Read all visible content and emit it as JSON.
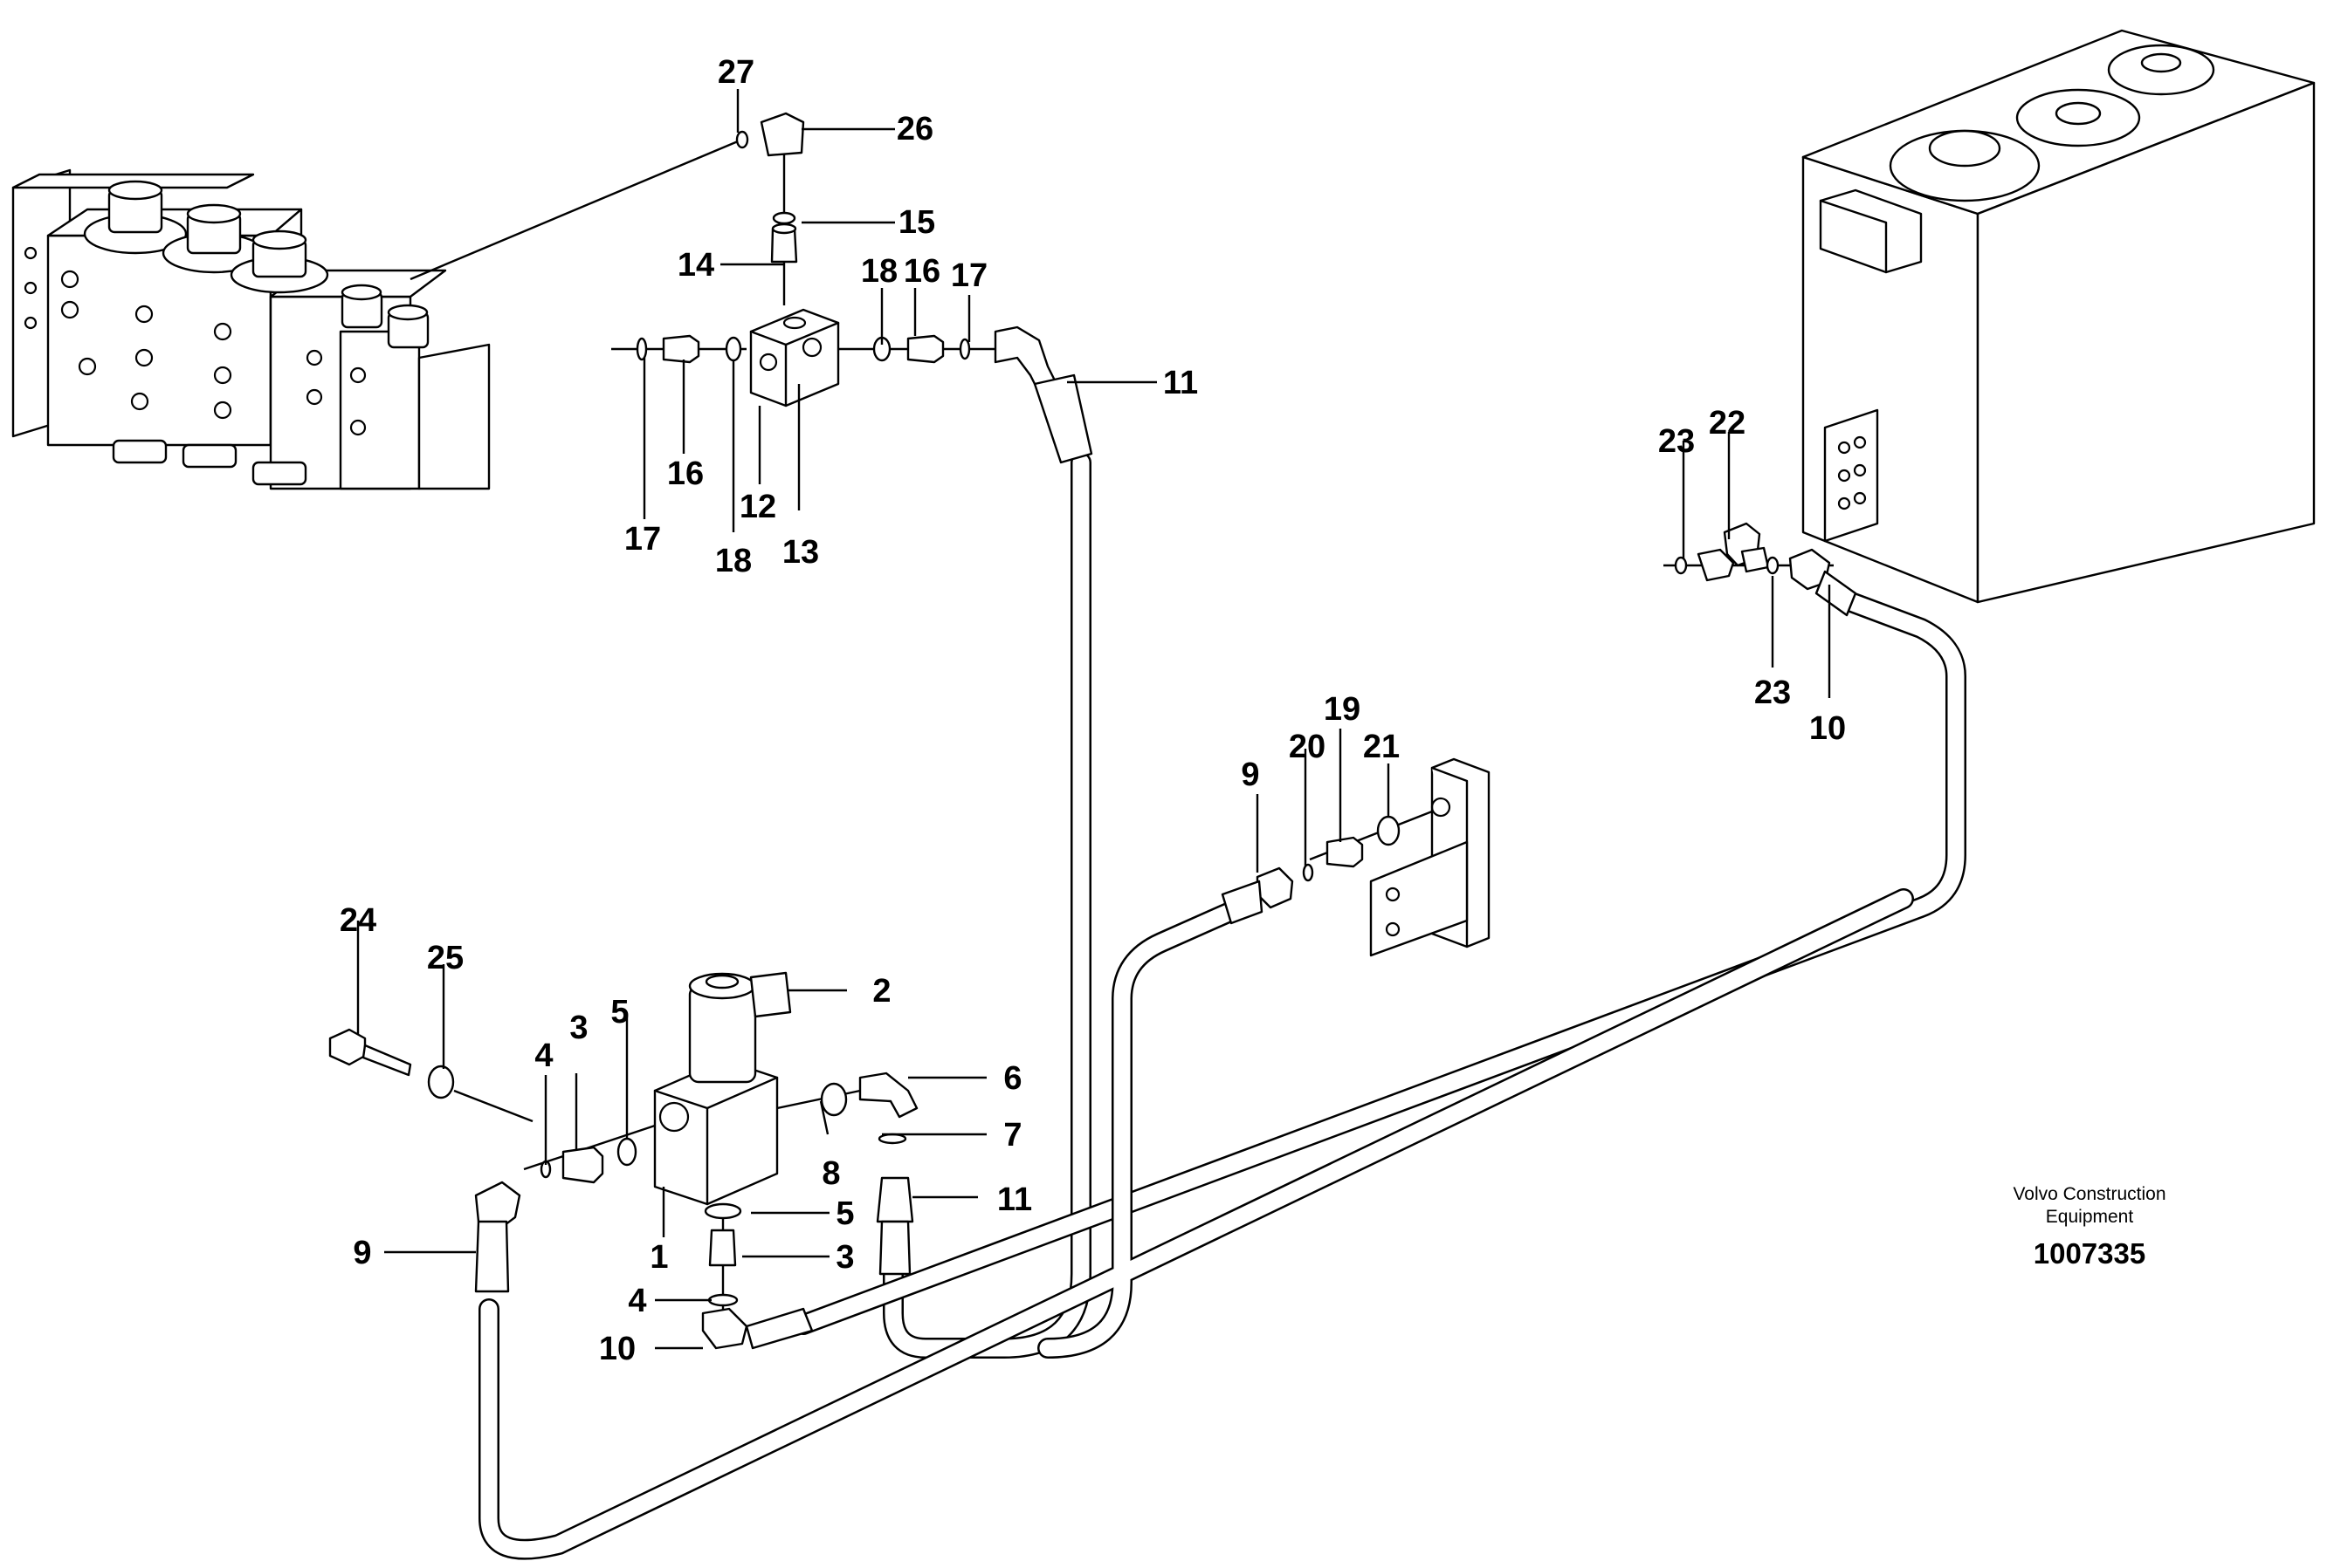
{
  "brand": {
    "line1": "Volvo Construction",
    "line2": "Equipment"
  },
  "drawing_number": "1007335",
  "callouts": {
    "n1": "1",
    "n2": "2",
    "n3a": "3",
    "n3b": "3",
    "n4a": "4",
    "n4b": "4",
    "n5a": "5",
    "n5b": "5",
    "n6": "6",
    "n7": "7",
    "n8": "8",
    "n9a": "9",
    "n9b": "9",
    "n10a": "10",
    "n10b": "10",
    "n11a": "11",
    "n11b": "11",
    "n12": "12",
    "n13": "13",
    "n14": "14",
    "n15": "15",
    "n16a": "16",
    "n16b": "16",
    "n17a": "17",
    "n17b": "17",
    "n18a": "18",
    "n18b": "18",
    "n19": "19",
    "n20": "20",
    "n21": "21",
    "n22": "22",
    "n23a": "23",
    "n23b": "23",
    "n24": "24",
    "n25": "25",
    "n26": "26",
    "n27": "27"
  }
}
